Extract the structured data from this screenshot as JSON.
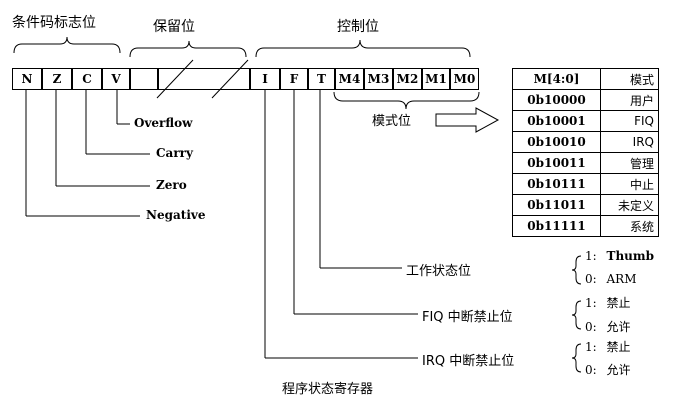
{
  "groups": {
    "flags": "条件码标志位",
    "reserved": "保留位",
    "control": "控制位"
  },
  "bits": [
    "N",
    "Z",
    "C",
    "V",
    "I",
    "F",
    "T",
    "M4",
    "M3",
    "M2",
    "M1",
    "M0"
  ],
  "flag_labels": {
    "overflow": "Overflow",
    "carry": "Carry",
    "zero": "Zero",
    "negative": "Negative"
  },
  "mode_label": "模式位",
  "mode_table": {
    "header": [
      "M[4:0]",
      "模式"
    ],
    "rows": [
      [
        "0b10000",
        "用户"
      ],
      [
        "0b10001",
        "FIQ"
      ],
      [
        "0b10010",
        "IRQ"
      ],
      [
        "0b10011",
        "管理"
      ],
      [
        "0b10111",
        "中止"
      ],
      [
        "0b11011",
        "未定义"
      ],
      [
        "0b11111",
        "系统"
      ]
    ]
  },
  "t_bit": {
    "label": "工作状态位",
    "opt1_key": "1:",
    "opt1_val": "Thumb",
    "opt0_key": "0:",
    "opt0_val": "ARM"
  },
  "f_bit": {
    "label": "FIQ 中断禁止位",
    "opt1_key": "1:",
    "opt1_val": "禁止",
    "opt0_key": "0:",
    "opt0_val": "允许"
  },
  "i_bit": {
    "label": "IRQ 中断禁止位",
    "opt1_key": "1:",
    "opt1_val": "禁止",
    "opt0_key": "0:",
    "opt0_val": "允许"
  },
  "caption": "程序状态寄存器"
}
